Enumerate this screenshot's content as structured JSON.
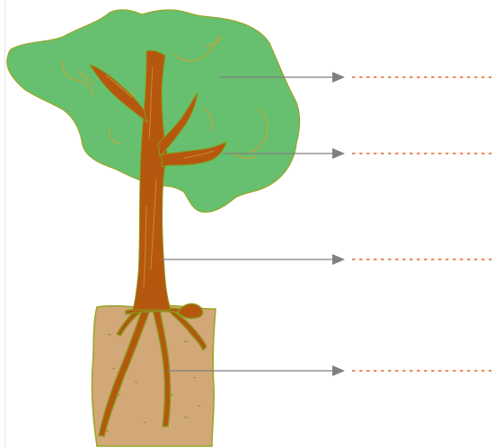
{
  "diagram": {
    "subject": "tree",
    "parts": [
      {
        "id": "crown",
        "label": ""
      },
      {
        "id": "branch",
        "label": ""
      },
      {
        "id": "trunk",
        "label": ""
      },
      {
        "id": "roots",
        "label": ""
      }
    ]
  },
  "colors": {
    "foliage": "#66c06f",
    "foliage_outline": "#9aa526",
    "foliage_vein": "#c9a43a",
    "wood": "#b5570f",
    "wood_highlight": "#c98a2c",
    "soil": "#d2a878",
    "soil_outline": "#9aa526",
    "root_outline": "#8a9a1a",
    "arrow": "#808080",
    "answer_dots": "#f08a5a"
  }
}
